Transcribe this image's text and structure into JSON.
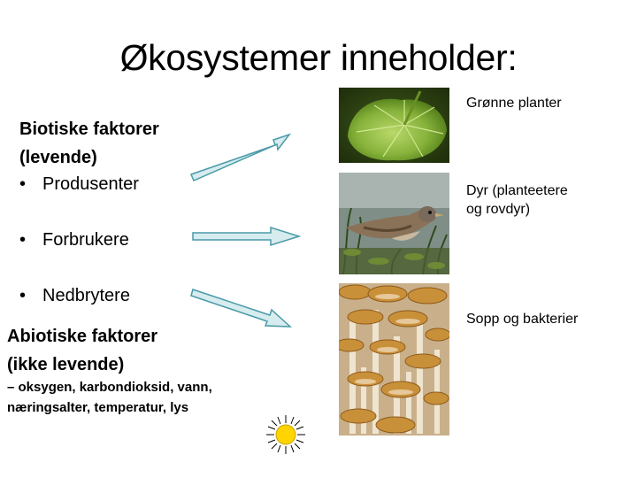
{
  "slide": {
    "title": "Økosystemer inneholder:"
  },
  "biotic": {
    "heading_line1": "Biotiske faktorer",
    "heading_line2": "(levende)",
    "bullets": [
      "Produsenter",
      "Forbrukere",
      "Nedbrytere"
    ]
  },
  "abiotic": {
    "heading_line1": "Abiotiske faktorer",
    "heading_line2": "(ikke levende)",
    "detail_line1": "– oksygen, karbondioksid, vann,",
    "detail_line2": "næringsalter, temperatur, lys"
  },
  "photos": [
    {
      "icon": "green-leaf-photo",
      "label_line1": "Grønne planter",
      "label_line2": ""
    },
    {
      "icon": "bird-photo",
      "label_line1": "Dyr (planteetere",
      "label_line2": "og rovdyr)"
    },
    {
      "icon": "mushroom-photo",
      "label_line1": "Sopp og bakterier",
      "label_line2": ""
    }
  ],
  "colors": {
    "arrow_fill": "#d6ecee",
    "arrow_stroke": "#4a9aa8",
    "sun": "#ffd400"
  }
}
